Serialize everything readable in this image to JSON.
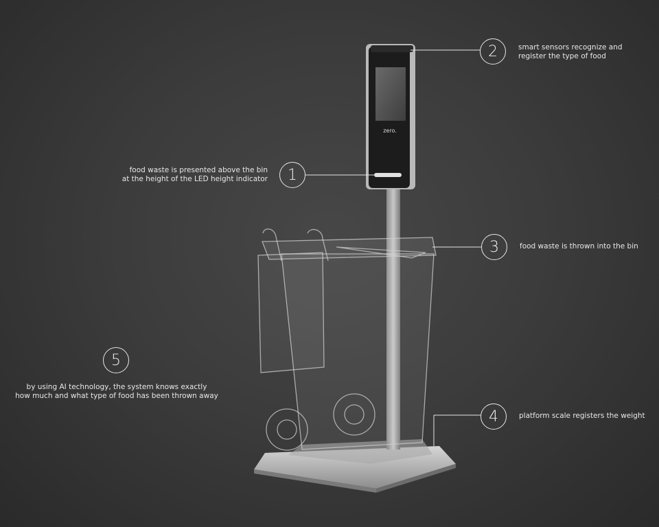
{
  "brand": {
    "logo_text": "zero."
  },
  "callouts": [
    {
      "number": "1",
      "text": "food waste is presented above the bin\nat the height of the LED height indicator"
    },
    {
      "number": "2",
      "text": "smart sensors recognize and\nregister the type of food"
    },
    {
      "number": "3",
      "text": "food waste is thrown into the bin"
    },
    {
      "number": "4",
      "text": "platform scale registers the weight"
    },
    {
      "number": "5",
      "text": "by using AI technology, the system knows exactly\nhow much and what type of food has been thrown away"
    }
  ],
  "colors": {
    "background": "#3c3c3c",
    "line": "#e6e6e6",
    "device": "#1e1e1e",
    "screen": "#5a5a5a"
  }
}
